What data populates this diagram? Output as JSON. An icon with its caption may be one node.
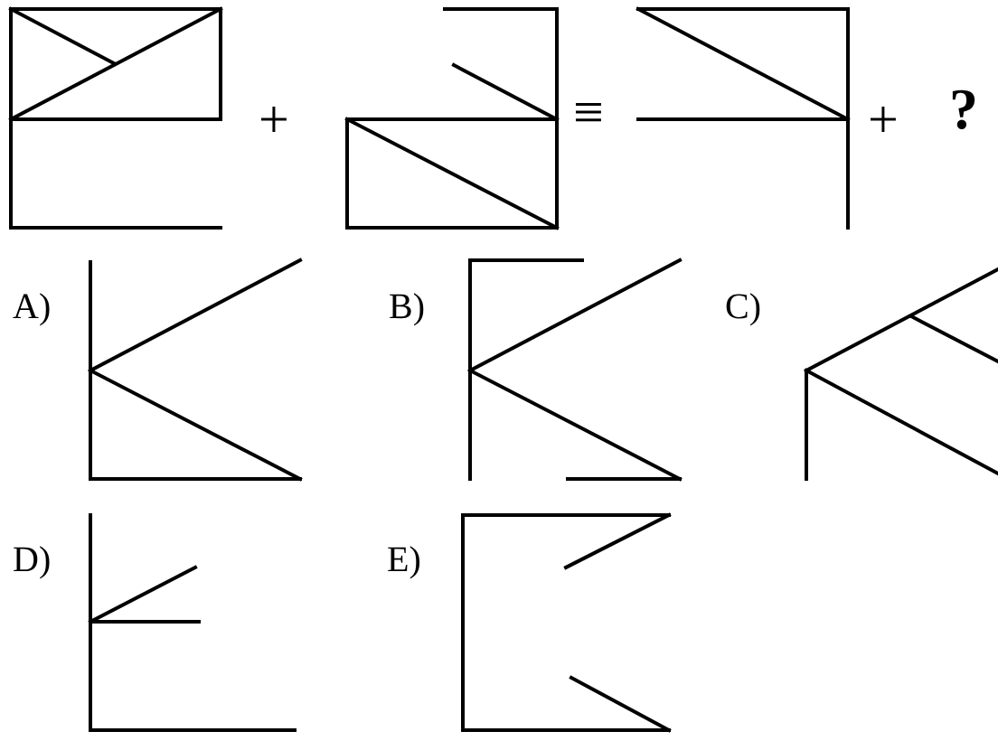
{
  "diagram": {
    "labels": [
      "+",
      "≡",
      "+",
      "?",
      "A)",
      "B)",
      "C)",
      "D)",
      "E)"
    ]
  }
}
